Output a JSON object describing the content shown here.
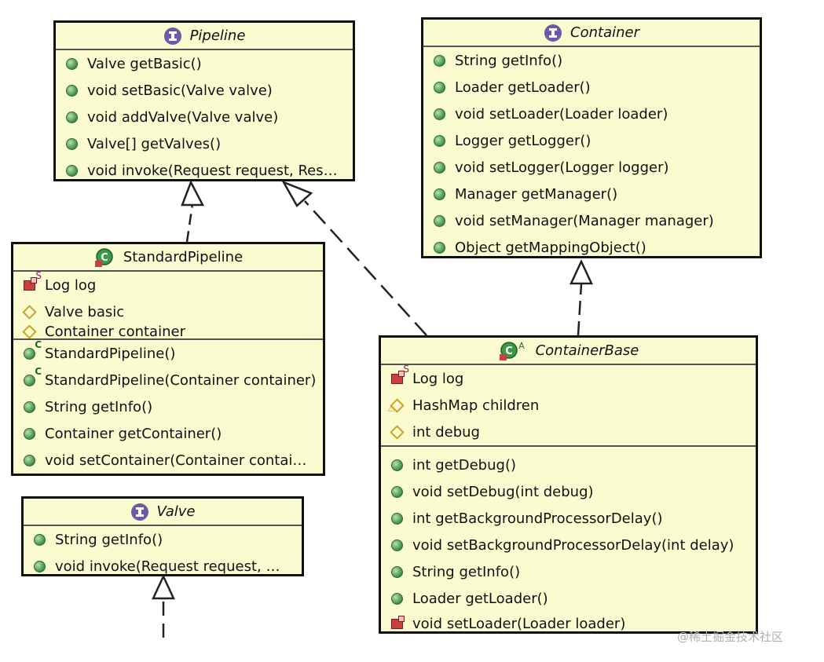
{
  "diagram": {
    "classes": {
      "pipeline": {
        "name": "Pipeline",
        "methods": [
          "Valve getBasic()",
          "void setBasic(Valve valve)",
          "void addValve(Valve valve)",
          "Valve[] getValves()",
          "void invoke(Request request, Res…"
        ]
      },
      "container": {
        "name": "Container",
        "methods": [
          "String getInfo()",
          "Loader getLoader()",
          "void setLoader(Loader loader)",
          "Logger getLogger()",
          "void setLogger(Logger logger)",
          "Manager getManager()",
          "void setManager(Manager manager)",
          "Object getMappingObject()"
        ]
      },
      "standard_pipeline": {
        "name": "StandardPipeline",
        "fields": [
          "Log log",
          "Valve basic",
          "Container container"
        ],
        "methods": [
          "StandardPipeline()",
          "StandardPipeline(Container container)",
          "String getInfo()",
          "Container getContainer()",
          "void setContainer(Container contai…"
        ]
      },
      "container_base": {
        "name": "ContainerBase",
        "fields": [
          "Log log",
          "HashMap children",
          "int debug"
        ],
        "methods": [
          "int getDebug()",
          "void setDebug(int debug)",
          "int getBackgroundProcessorDelay()",
          "void setBackgroundProcessorDelay(int delay)",
          "String getInfo()",
          "Loader getLoader()",
          "void setLoader(Loader loader)"
        ]
      },
      "valve": {
        "name": "Valve",
        "methods": [
          "String getInfo()",
          "void invoke(Request request, …"
        ]
      }
    },
    "badges": {
      "static": "S",
      "constructor": "C",
      "abstract": "A"
    },
    "watermark": "@稀土掘金技术社区",
    "colors": {
      "box_fill": "#fbfbd0",
      "interface_icon": "#6a5aa8",
      "method_dot": "#3d8f45"
    }
  }
}
